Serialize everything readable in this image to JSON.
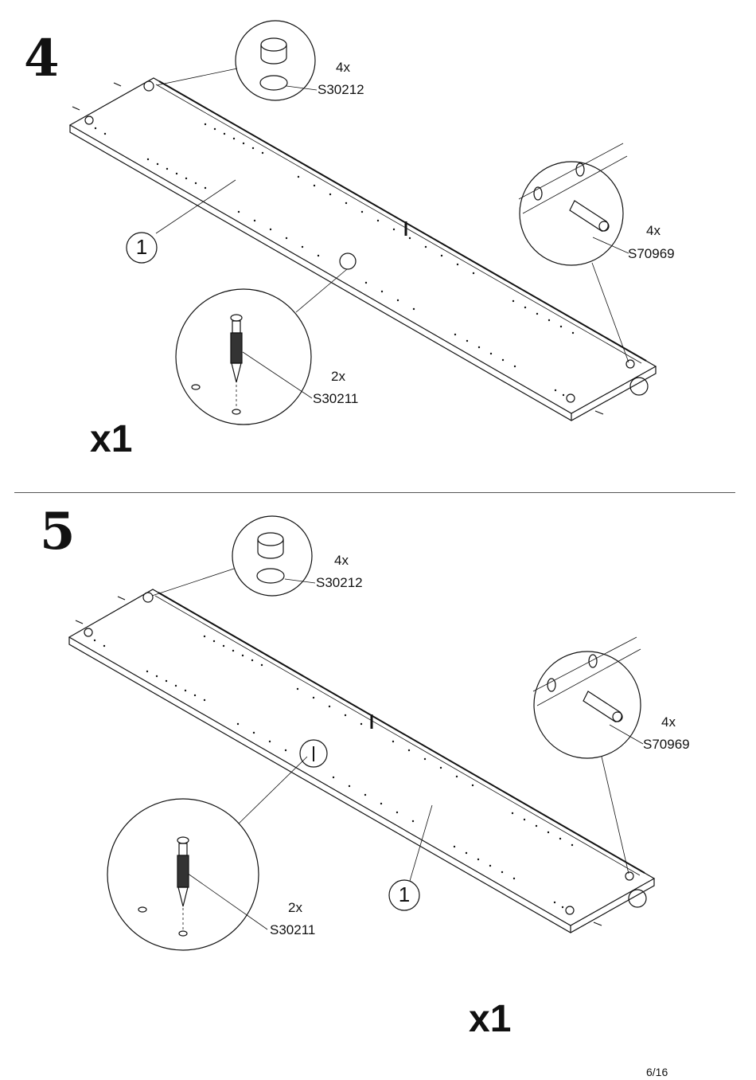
{
  "steps": [
    {
      "number": "4",
      "quantity": "x1",
      "part_label": "1",
      "callouts": [
        {
          "count": "4x",
          "code": "S30212",
          "icon": "cam-lock-icon"
        },
        {
          "count": "4x",
          "code": "S70969",
          "icon": "wood-dowel-icon"
        },
        {
          "count": "2x",
          "code": "S30211",
          "icon": "cam-bolt-icon"
        }
      ]
    },
    {
      "number": "5",
      "quantity": "x1",
      "part_label": "1",
      "callouts": [
        {
          "count": "4x",
          "code": "S30212",
          "icon": "cam-lock-icon"
        },
        {
          "count": "4x",
          "code": "S70969",
          "icon": "wood-dowel-icon"
        },
        {
          "count": "2x",
          "code": "S30211",
          "icon": "cam-bolt-icon"
        }
      ]
    }
  ],
  "page": "6/16"
}
